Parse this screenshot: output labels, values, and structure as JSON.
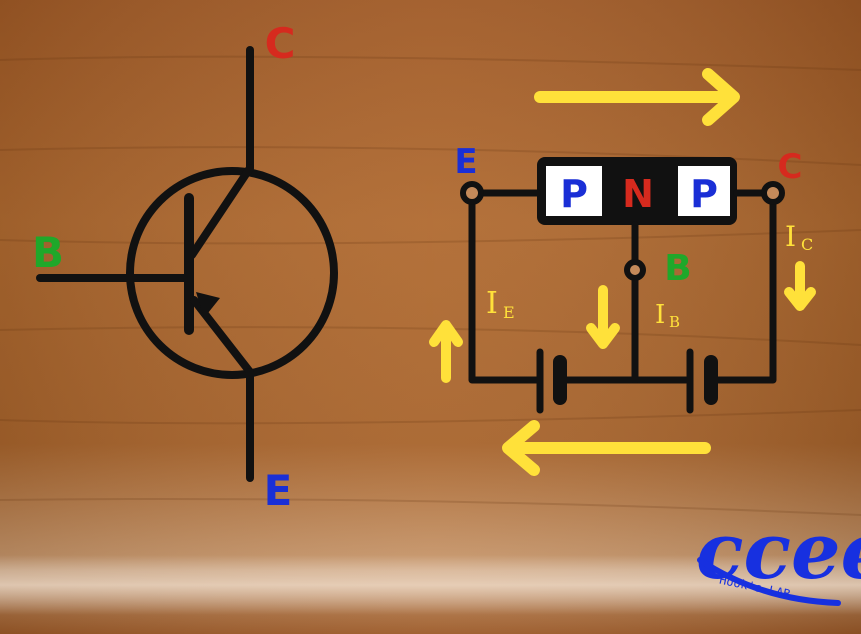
{
  "symbol": {
    "collector_label": "C",
    "base_label": "B",
    "emitter_label": "E"
  },
  "circuit": {
    "emitter_label": "E",
    "collector_label": "C",
    "base_label": "B",
    "layers": [
      "P",
      "N",
      "P"
    ],
    "current_emitter": {
      "main": "I",
      "sub": "E"
    },
    "current_base": {
      "main": "I",
      "sub": "B"
    },
    "current_collector": {
      "main": "I",
      "sub": "C"
    }
  },
  "watermark": {
    "logo_text": "ccee",
    "caption": "Hook's LAB"
  },
  "colors": {
    "collector": "#d62a1e",
    "base": "#1fa82a",
    "emitter": "#1a2fd6",
    "n_layer": "#d62a1e",
    "p_layer": "#1a2fd6",
    "current_arrow": "#ffe13a",
    "ink": "#111111",
    "logo": "#1730e0"
  }
}
